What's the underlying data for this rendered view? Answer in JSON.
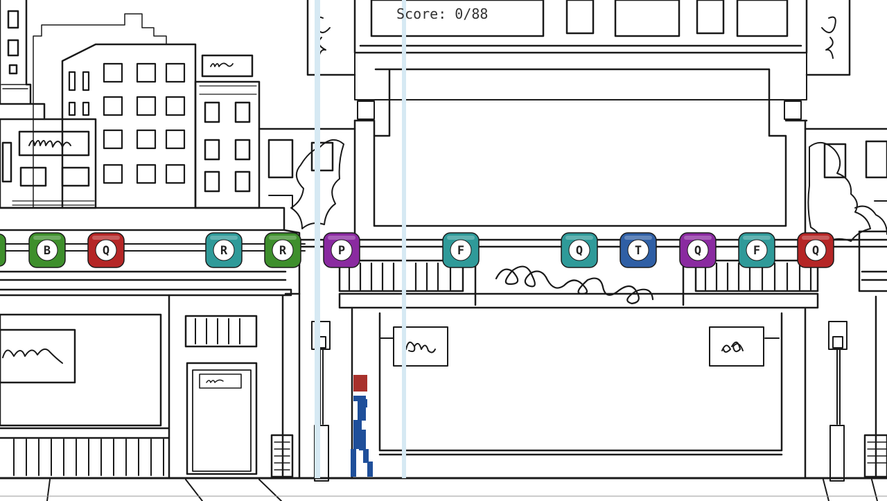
{
  "hud": {
    "score_label": "Score: 0/88"
  },
  "letters": [
    {
      "letter": "B",
      "color": "#3e8f2c"
    },
    {
      "letter": "Q",
      "color": "#b52626"
    },
    {
      "letter": "R",
      "color": "#2f9a99"
    },
    {
      "letter": "R",
      "color": "#3e8f2c"
    },
    {
      "letter": "P",
      "color": "#8a2aa0"
    },
    {
      "letter": "F",
      "color": "#2f9a99"
    },
    {
      "letter": "Q",
      "color": "#2f9a99"
    },
    {
      "letter": "T",
      "color": "#2f5fa5"
    },
    {
      "letter": "Q",
      "color": "#8a2aa0"
    },
    {
      "letter": "F",
      "color": "#2f9a99"
    },
    {
      "letter": "Q",
      "color": "#b52626"
    }
  ],
  "colors": {
    "player_body": "#1f4f9a",
    "player_head": "#a8312c",
    "sketch_line": "#1a1a1a",
    "beam": "#d6e9f3"
  }
}
